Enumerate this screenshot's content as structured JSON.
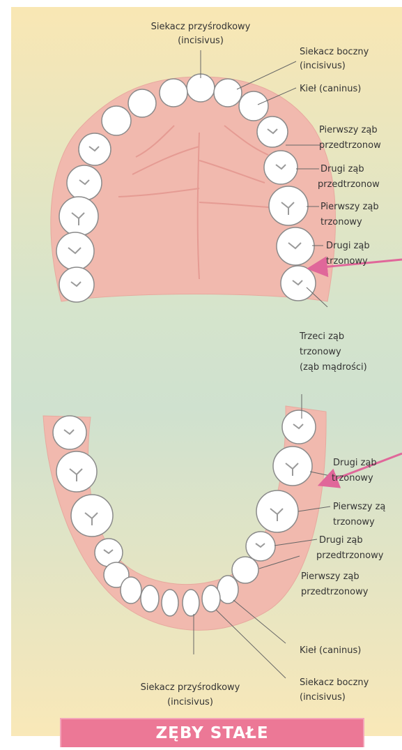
{
  "title": "ZĘBY STAŁE",
  "colors": {
    "bg_top": "#f9e7b4",
    "bg_mid": "#d5e4cc",
    "gum": "#f1b9ae",
    "tooth": "#ffffff",
    "line": "#555555",
    "arrow": "#e0679a",
    "title_bg": "#ec7896"
  },
  "upper_labels": {
    "central_incisor": [
      "Siekacz przyśrodkowy",
      "(incisivus)"
    ],
    "lateral_incisor": [
      "Siekacz boczny",
      "(incisivus)"
    ],
    "canine": [
      "Kieł (caninus)"
    ],
    "first_premolar": [
      "Pierwszy ząb",
      "przedtrzonow"
    ],
    "second_premolar": [
      "Drugi ząb",
      "przedtrzonow"
    ],
    "first_molar": [
      "Pierwszy ząb",
      "trzonowy"
    ],
    "second_molar": [
      "Drugi ząb",
      "trzonowy"
    ]
  },
  "third_molar": [
    "Trzeci ząb",
    "trzonowy",
    "(ząb mądrości)"
  ],
  "lower_labels": {
    "second_molar": [
      "Drugi ząb",
      "trzonowy"
    ],
    "first_molar": [
      "Pierwszy zą",
      "trzonowy"
    ],
    "second_premolar": [
      "Drugi ząb",
      "przedtrzonowy"
    ],
    "first_premolar": [
      "Pierwszy ząb",
      "przedtrzonowy"
    ],
    "canine": [
      "Kieł (caninus)"
    ],
    "lateral_incisor": [
      "Siekacz boczny",
      "(incisivus)"
    ],
    "central_incisor": [
      "Siekacz przyśrodkowy",
      "(incisivus)"
    ]
  }
}
